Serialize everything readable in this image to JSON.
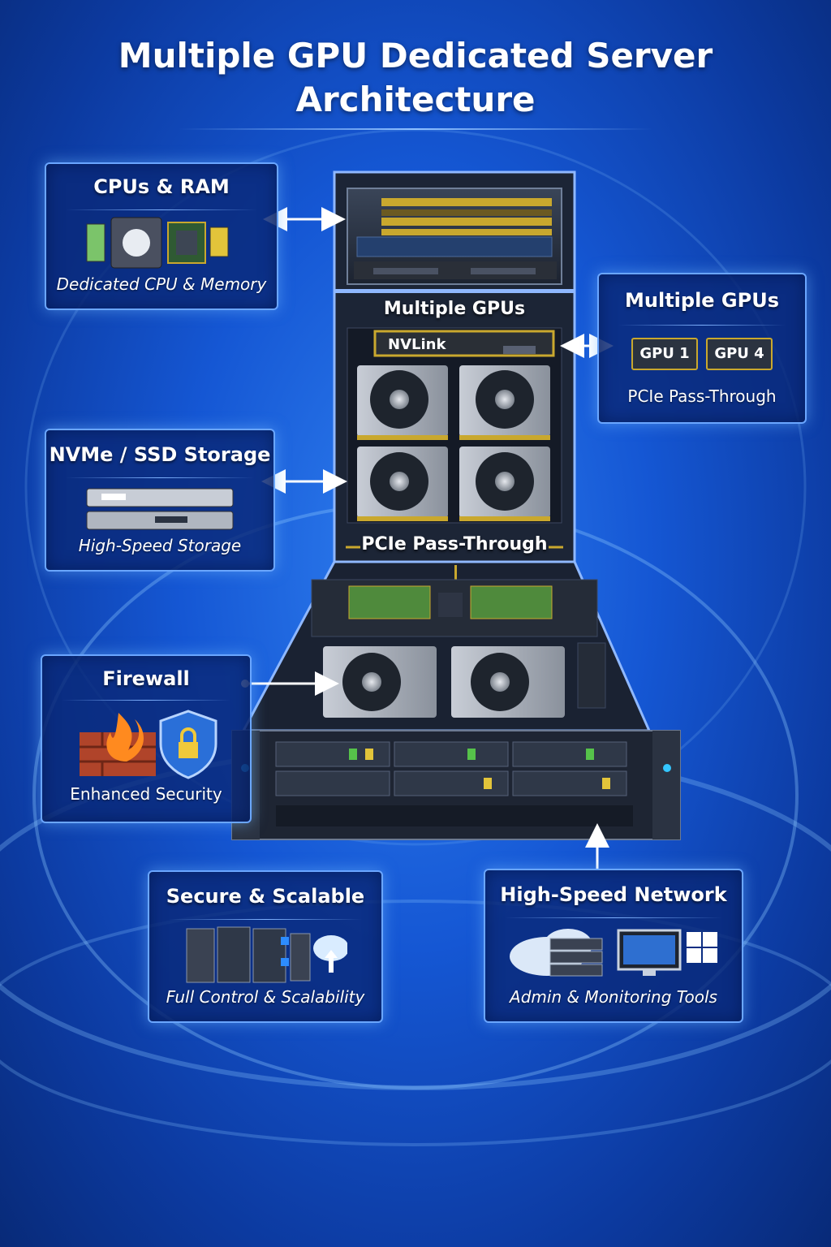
{
  "title": {
    "line1": "Multiple GPU Dedicated Server",
    "line2": "Architecture"
  },
  "server": {
    "gpu_section_label": "Multiple GPUs",
    "nvlink_label": "NVLink",
    "pcie_label": "PCIe Pass-Through"
  },
  "panels": {
    "cpus_ram": {
      "title": "CPUs & RAM",
      "subtitle": "Dedicated CPU & Memory",
      "icon": "cpu-ram-icon"
    },
    "multiple_gpus": {
      "title": "Multiple GPUs",
      "gpu_a": "GPU 1",
      "gpu_b": "GPU 4",
      "subtitle": "PCIe Pass-Through",
      "icon": "gpu-card-icon"
    },
    "storage": {
      "title": "NVMe / SSD Storage",
      "subtitle": "High-Speed Storage",
      "icon": "ssd-drive-icon"
    },
    "firewall": {
      "title": "Firewall",
      "subtitle": "Enhanced Security",
      "icon": "firewall-shield-icon"
    },
    "secure_scalable": {
      "title": "Secure & Scalable",
      "subtitle": "Full Control & Scalability",
      "icon": "server-cloud-icon"
    },
    "network": {
      "title": "High-Speed Network",
      "subtitle": "Admin & Monitoring Tools",
      "icon": "network-monitor-icon"
    }
  },
  "colors": {
    "accent": "#6aa6ff",
    "gold": "#c9a82e",
    "background": "#1557d4"
  }
}
